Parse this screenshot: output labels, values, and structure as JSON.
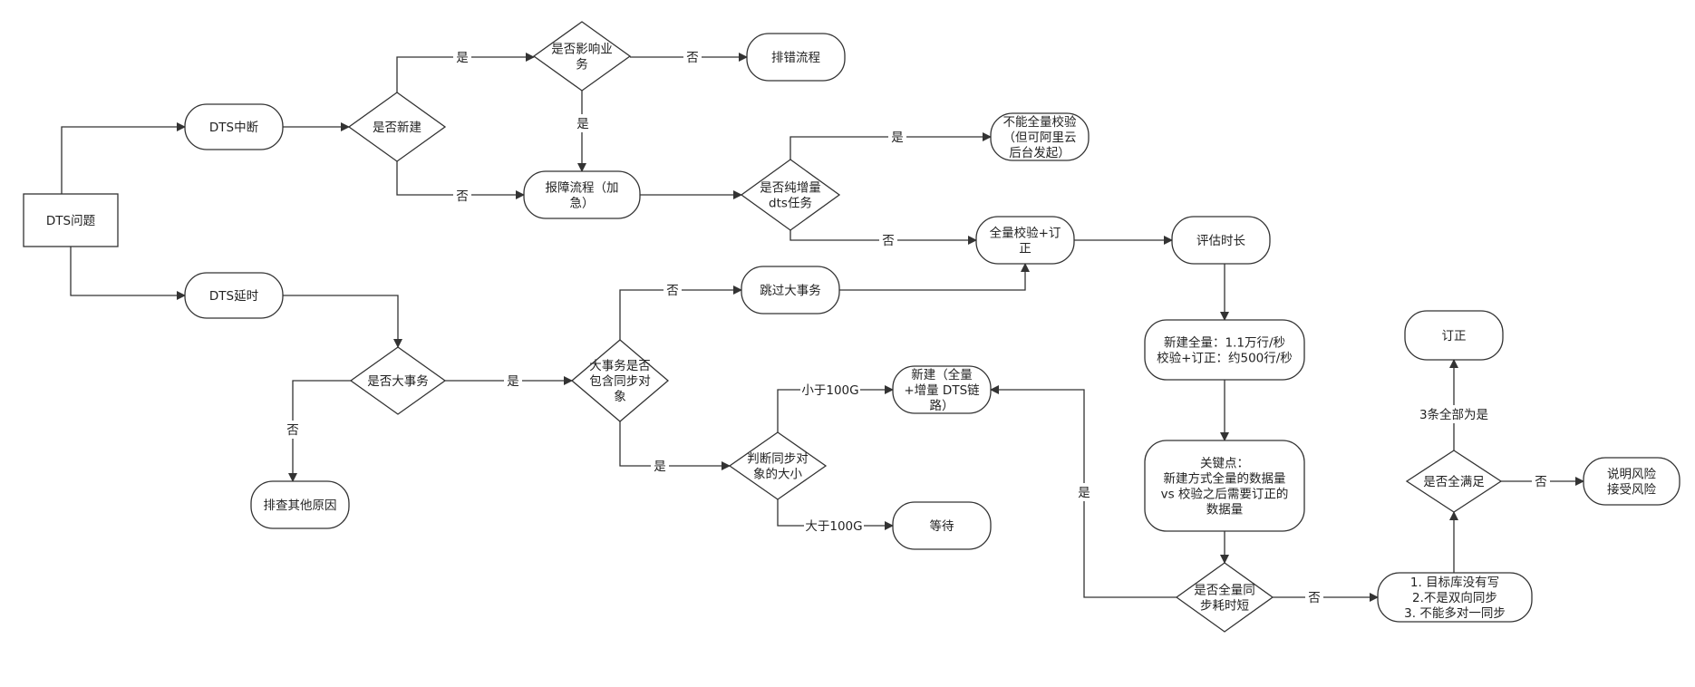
{
  "colors": {
    "stroke": "#333333",
    "text": "#222222",
    "background": "#ffffff"
  },
  "nodes": {
    "dts_problem": [
      "DTS问题"
    ],
    "dts_interrupt": [
      "DTS中断"
    ],
    "dts_delay": [
      "DTS延时"
    ],
    "is_new_build": [
      "是否新建"
    ],
    "affects_business": [
      "是否影响业",
      "务"
    ],
    "troubleshoot_flow": [
      "排错流程"
    ],
    "report_flow": [
      "报障流程（加",
      "急）"
    ],
    "pure_incremental": [
      "是否纯增量",
      "dts任务"
    ],
    "no_full_check": [
      "不能全量校验",
      "（但可阿里云",
      "后台发起）"
    ],
    "full_check_fix": [
      "全量校验+订",
      "正"
    ],
    "estimate_time": [
      "评估时长"
    ],
    "big_transaction": [
      "是否大事务"
    ],
    "check_other": [
      "排查其他原因"
    ],
    "big_tx_sync_obj": [
      "大事务是否",
      "包含同步对",
      "象"
    ],
    "skip_big_tx": [
      "跳过大事务"
    ],
    "judge_size": [
      "判断同步对",
      "象的大小"
    ],
    "new_full_incr": [
      "新建（全量",
      "+增量 DTS链",
      "路）"
    ],
    "wait": [
      "等待"
    ],
    "speed": [
      "新建全量：1.1万行/秒",
      "校验+订正：约500行/秒"
    ],
    "key_point": [
      "关键点：",
      "新建方式全量的数据量",
      "vs 校验之后需要订正的",
      "数据量"
    ],
    "full_sync_shorter": [
      "是否全量同",
      "步耗时短"
    ],
    "conditions": [
      "1. 目标库没有写",
      "2.不是双向同步",
      "3. 不能多对一同步"
    ],
    "all_satisfied": [
      "是否全满足"
    ],
    "fix": [
      "订正"
    ],
    "explain_risk": [
      "说明风险",
      "接受风险"
    ]
  },
  "edge_labels": {
    "yes_affects": "是",
    "no_troubleshoot": "否",
    "yes_report": "是",
    "no_report": "否",
    "yes_no_check": "是",
    "no_full_check": "否",
    "no_skip": "否",
    "no_other": "否",
    "yes_big_tx": "是",
    "yes_judge": "是",
    "lt_100g": "小于100G",
    "gt_100g": "大于100G",
    "yes_new_build": "是",
    "no_conditions": "否",
    "all_yes": "3条全部为是",
    "no_risk": "否"
  }
}
